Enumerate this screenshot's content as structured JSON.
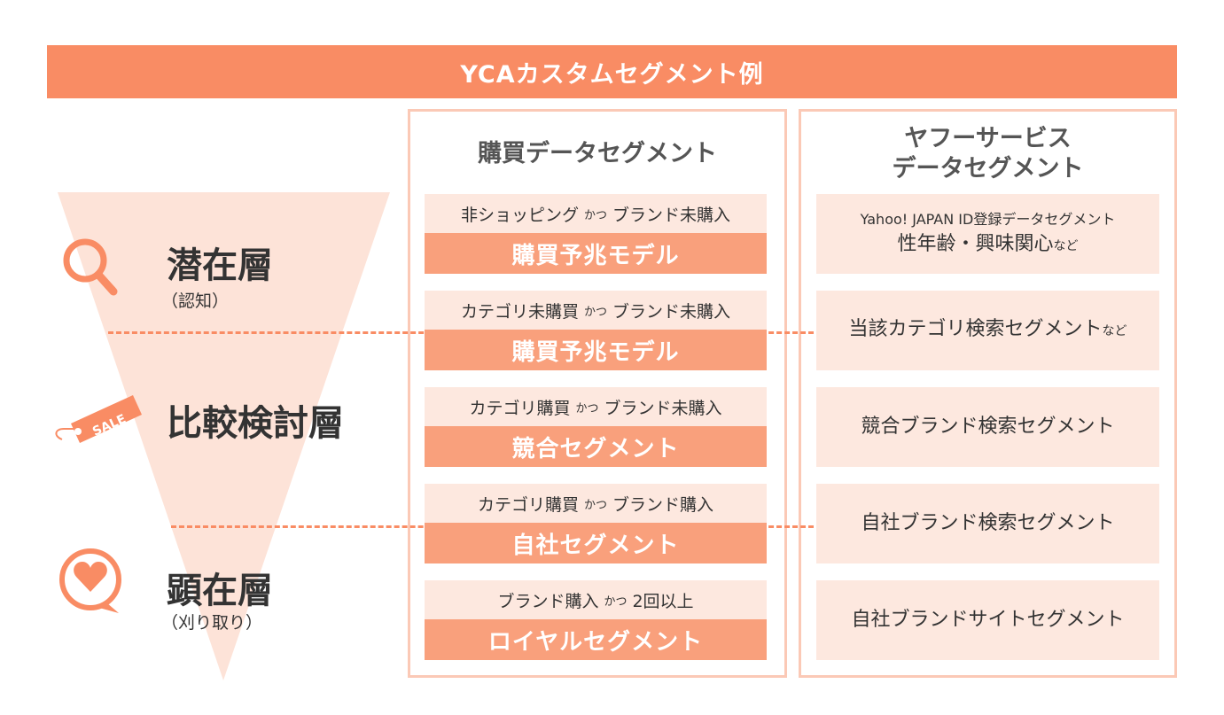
{
  "header": {
    "title": "YCAカスタムセグメント例"
  },
  "layers": [
    {
      "title": "潜在層",
      "sub": "（認知）",
      "icon": "magnifier-icon"
    },
    {
      "title": "比較検討層",
      "sub": "",
      "icon": "sale-tag-icon",
      "tag_text": "SALE"
    },
    {
      "title": "顕在層",
      "sub": "（刈り取り）",
      "icon": "heart-bubble-icon"
    }
  ],
  "purchase": {
    "heading": "購買データセグメント",
    "connector": "かつ",
    "cards": [
      {
        "pre": "非ショッピング",
        "post": "ブランド未購入",
        "label": "購買予兆モデル"
      },
      {
        "pre": "カテゴリ未購買",
        "post": "ブランド未購入",
        "label": "購買予兆モデル"
      },
      {
        "pre": "カテゴリ購買",
        "post": "ブランド未購入",
        "label": "競合セグメント"
      },
      {
        "pre": "カテゴリ購買",
        "post": "ブランド購入",
        "label": "自社セグメント"
      },
      {
        "pre": "ブランド購入",
        "post": "2回以上",
        "label": "ロイヤルセグメント"
      }
    ]
  },
  "yahoo": {
    "heading_line1": "ヤフーサービス",
    "heading_line2": "データセグメント",
    "cards": [
      {
        "line1": "Yahoo! JAPAN ID登録データセグメント",
        "line2": "性年齢・興味関心",
        "suffix": "など"
      },
      {
        "line1": "",
        "line2": "当該カテゴリ検索セグメント",
        "suffix": "など"
      },
      {
        "line1": "",
        "line2": "競合ブランド検索セグメント",
        "suffix": ""
      },
      {
        "line1": "",
        "line2": "自社ブランド検索セグメント",
        "suffix": ""
      },
      {
        "line1": "",
        "line2": "自社ブランドサイトセグメント",
        "suffix": ""
      }
    ]
  },
  "colors": {
    "accent": "#f98c64",
    "light": "#fde8df",
    "mid": "#f9a07c",
    "funnel": "#fde3d8"
  }
}
